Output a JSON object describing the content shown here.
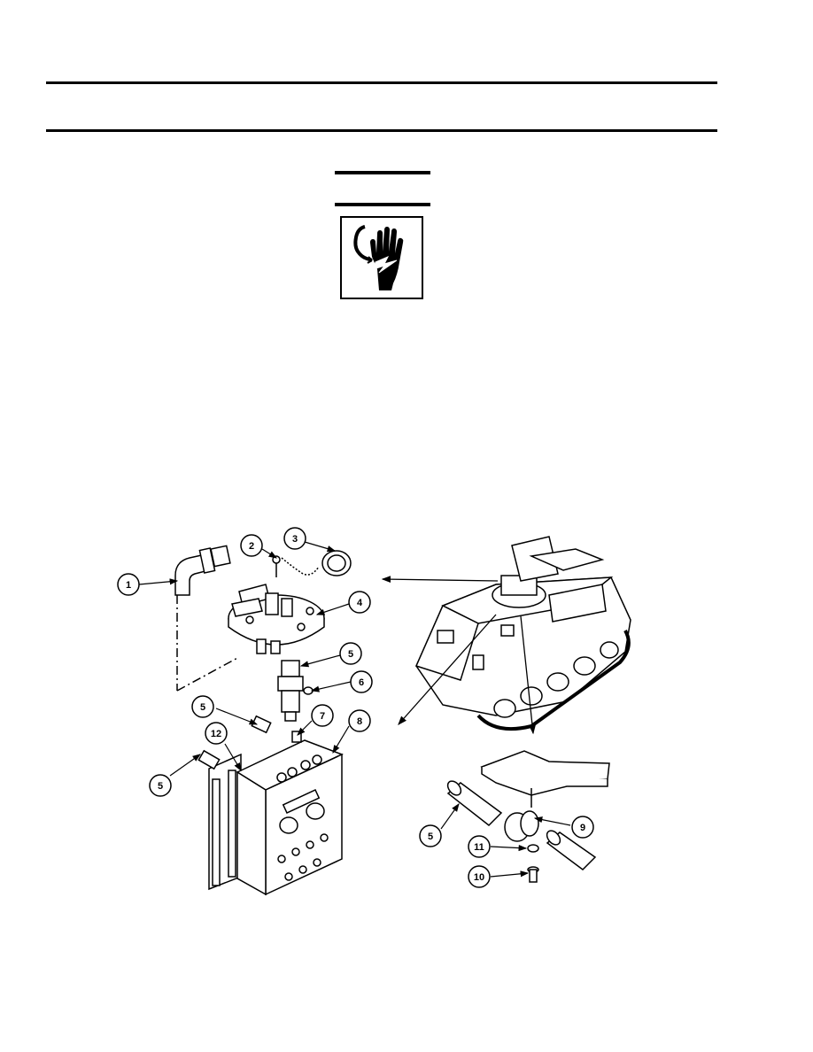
{
  "callouts": {
    "c1": "1",
    "c2": "2",
    "c3": "3",
    "c4": "4",
    "c5a": "5",
    "c6": "6",
    "c5b": "5",
    "c7": "7",
    "c8": "8",
    "c12": "12",
    "c5c": "5",
    "c5d": "5",
    "c9": "9",
    "c11": "11",
    "c10": "10"
  },
  "icons": {
    "warning": "electrical-shock-hand-icon"
  }
}
